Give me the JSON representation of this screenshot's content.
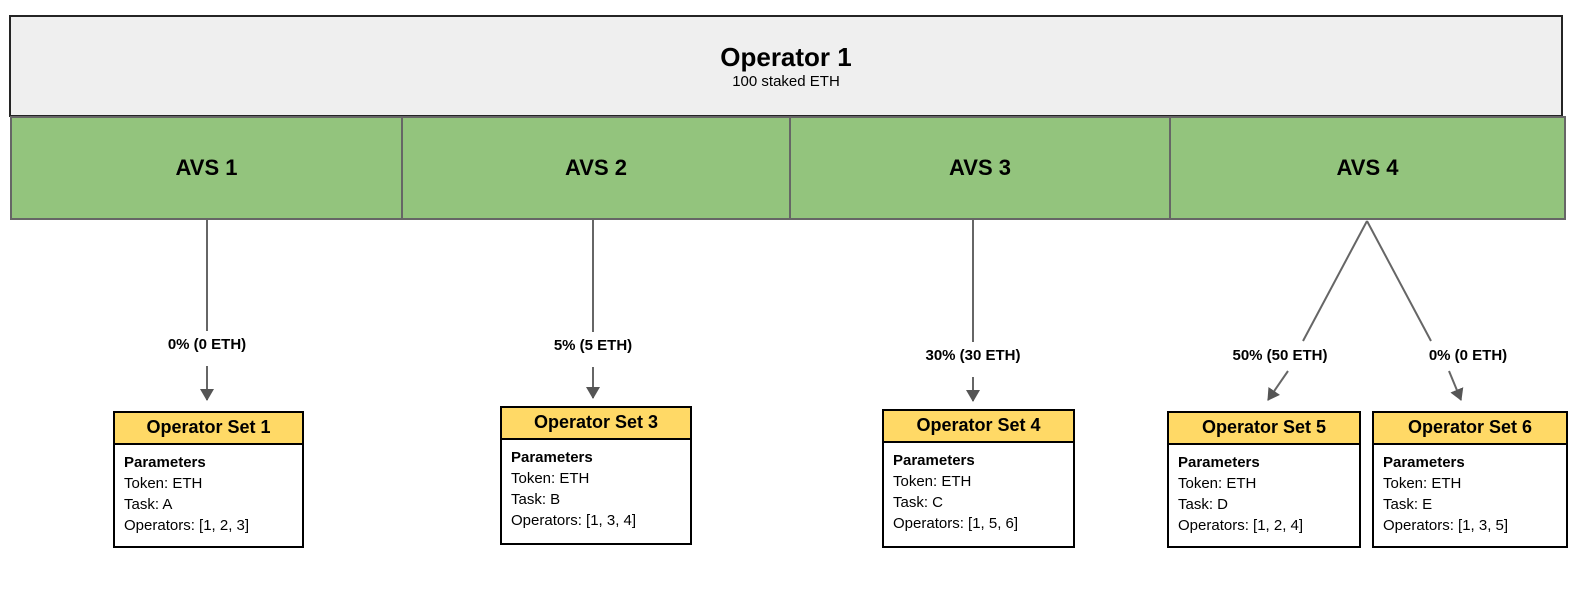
{
  "diagram": {
    "operator": {
      "title": "Operator 1",
      "subtitle": "100 staked ETH"
    },
    "avs_blocks": [
      {
        "label": "AVS 1"
      },
      {
        "label": "AVS 2"
      },
      {
        "label": "AVS 3"
      },
      {
        "label": "AVS 4"
      }
    ],
    "allocations": [
      {
        "from": "AVS 1",
        "label": "0% (0 ETH)",
        "to": "Operator Set 1"
      },
      {
        "from": "AVS 2",
        "label": "5% (5 ETH)",
        "to": "Operator Set 3"
      },
      {
        "from": "AVS 3",
        "label": "30% (30 ETH)",
        "to": "Operator Set 4"
      },
      {
        "from": "AVS 4",
        "label": "50% (50 ETH)",
        "to": "Operator Set 5"
      },
      {
        "from": "AVS 4",
        "label": "0% (0 ETH)",
        "to": "Operator Set 6"
      }
    ],
    "operator_sets": [
      {
        "title": "Operator Set 1",
        "heading": "Parameters",
        "lines": [
          "Token: ETH",
          "Task: A",
          "Operators: [1, 2, 3]"
        ]
      },
      {
        "title": "Operator Set 3",
        "heading": "Parameters",
        "lines": [
          "Token: ETH",
          "Task: B",
          "Operators: [1, 3, 4]"
        ]
      },
      {
        "title": "Operator Set 4",
        "heading": "Parameters",
        "lines": [
          "Token: ETH",
          "Task: C",
          "Operators: [1, 5, 6]"
        ]
      },
      {
        "title": "Operator Set 5",
        "heading": "Parameters",
        "lines": [
          "Token: ETH",
          "Task: D",
          "Operators: [1, 2, 4]"
        ]
      },
      {
        "title": "Operator Set 6",
        "heading": "Parameters",
        "lines": [
          "Token: ETH",
          "Task: E",
          "Operators: [1, 3, 5]"
        ]
      }
    ],
    "colors": {
      "avs_green": "#93c47d",
      "set_header_yellow": "#ffd966",
      "operator_gray": "#efefef",
      "connector_gray": "#666666"
    }
  }
}
